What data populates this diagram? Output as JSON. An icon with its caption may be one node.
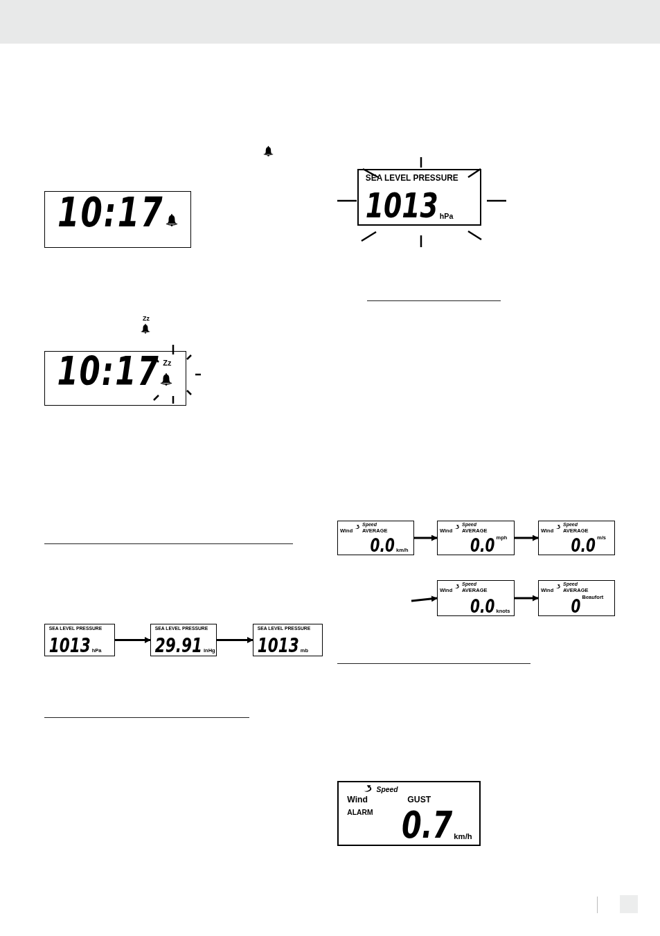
{
  "diagram": {
    "nodes": [
      {
        "text": [
          "10:17"
        ]
      },
      {
        "text": [
          "10:17",
          "Zz"
        ]
      },
      {
        "text": [
          "SEA LEVEL PRESSURE",
          "1013",
          "hPa"
        ]
      },
      {
        "text": [
          "SEA LEVEL PRESSURE",
          "1013",
          "hPa"
        ]
      },
      {
        "text": [
          "SEA LEVEL PRESSURE",
          "29.91",
          "inHg"
        ]
      },
      {
        "text": [
          "SEA LEVEL PRESSURE",
          "1013",
          "mb"
        ]
      },
      {
        "text": [
          "Wind",
          "Speed",
          "AVERAGE",
          "0.0",
          "km/h"
        ]
      },
      {
        "text": [
          "Wind",
          "Speed",
          "AVERAGE",
          "0.0",
          "mph"
        ]
      },
      {
        "text": [
          "Wind",
          "Speed",
          "AVERAGE",
          "0.0",
          "m/s"
        ]
      },
      {
        "text": [
          "Wind",
          "Speed",
          "AVERAGE",
          "0.0",
          "knots"
        ]
      },
      {
        "text": [
          "Wind",
          "Speed",
          "AVERAGE",
          "0",
          "Beaufort"
        ]
      },
      {
        "text": [
          "Wind",
          "Speed",
          "GUST",
          "ALARM",
          "0.7",
          "km/h"
        ]
      }
    ],
    "edges": [
      {
        "from": 3,
        "to": 4,
        "arrow": "to"
      },
      {
        "from": 4,
        "to": 5,
        "arrow": "to"
      },
      {
        "from": 6,
        "to": 7,
        "arrow": "to"
      },
      {
        "from": 7,
        "to": 8,
        "arrow": "to"
      },
      {
        "from": null,
        "to": 9,
        "arrow": "to"
      },
      {
        "from": 9,
        "to": 10,
        "arrow": "to"
      }
    ],
    "labels": [
      "Zz"
    ]
  }
}
